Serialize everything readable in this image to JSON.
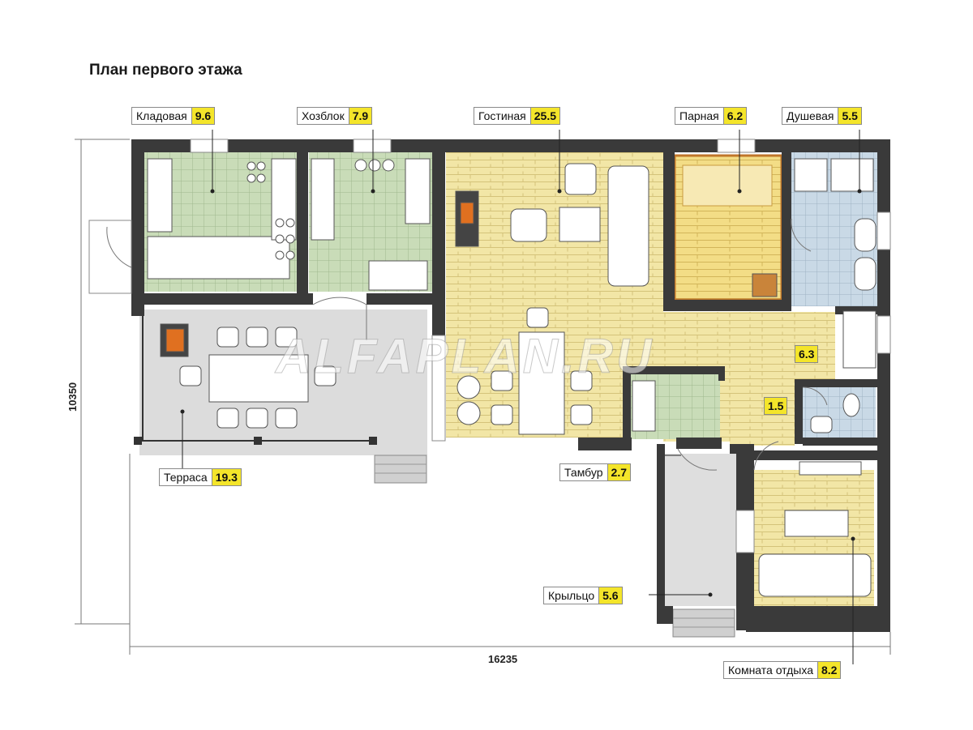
{
  "title": "План первого этажа",
  "rooms": {
    "pantry": {
      "name": "Кладовая",
      "area": "9.6"
    },
    "utility": {
      "name": "Хозблок",
      "area": "7.9"
    },
    "living": {
      "name": "Гостиная",
      "area": "25.5"
    },
    "steam": {
      "name": "Парная",
      "area": "6.2"
    },
    "shower": {
      "name": "Душевая",
      "area": "5.5"
    },
    "terrace": {
      "name": "Терраса",
      "area": "19.3"
    },
    "vestibule": {
      "name": "Тамбур",
      "area": "2.7"
    },
    "porch": {
      "name": "Крыльцо",
      "area": "5.6"
    },
    "rest": {
      "name": "Комната отдыха",
      "area": "8.2"
    },
    "hall": {
      "area": "6.3"
    },
    "wc": {
      "area": "1.5"
    }
  },
  "dimensions": {
    "width": "16235",
    "height": "10350"
  },
  "watermark": "ALFAPLAN.RU",
  "colors": {
    "wall": "#3a3a3a",
    "tile_green": "#c9dcb8",
    "wood": "#f2e6a6",
    "tile_blue": "#c9d9e6",
    "terrace": "#dedede",
    "label_yellow": "#f4e52a",
    "steam_wood": "#f0d070"
  }
}
